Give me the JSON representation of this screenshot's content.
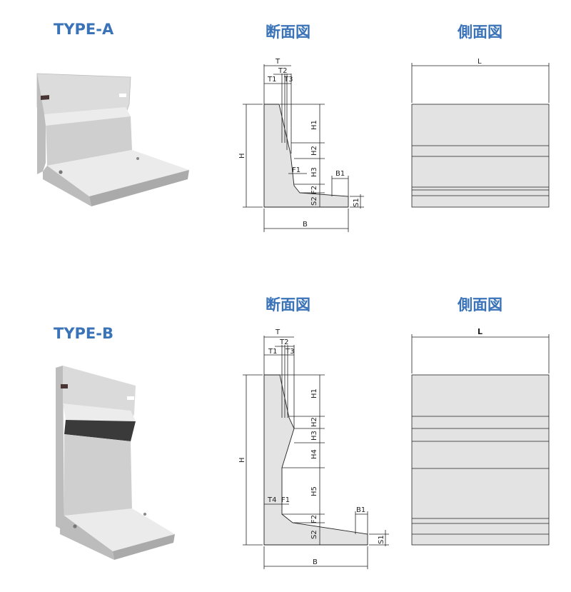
{
  "colors": {
    "heading": "#3a73b8",
    "section_fill": "#e3e3e3",
    "dim_line": "#222222",
    "block_light": "#e8e8e8",
    "block_mid": "#c9c9c9",
    "block_dark": "#3a3a3a"
  },
  "type_a": {
    "title": "TYPE-A",
    "section_title": "断面図",
    "side_title": "側面図",
    "dims": {
      "T": "T",
      "T1": "T1",
      "T2": "T2",
      "T3": "T3",
      "H": "H",
      "H1": "H1",
      "H2": "H2",
      "H3": "H3",
      "F1": "F1",
      "F2": "F2",
      "S1": "S1",
      "S2": "S2",
      "B": "B",
      "B1": "B1",
      "L": "L"
    }
  },
  "type_b": {
    "title": "TYPE-B",
    "section_title": "断面図",
    "side_title": "側面図",
    "dims": {
      "T": "T",
      "T1": "T1",
      "T2": "T2",
      "T3": "T3",
      "T4": "T4",
      "H": "H",
      "H1": "H1",
      "H2": "H2",
      "H3": "H3",
      "H4": "H4",
      "H5": "H5",
      "F1": "F1",
      "F2": "F2",
      "S1": "S1",
      "S2": "S2",
      "B": "B",
      "B1": "B1",
      "L": "L"
    }
  }
}
